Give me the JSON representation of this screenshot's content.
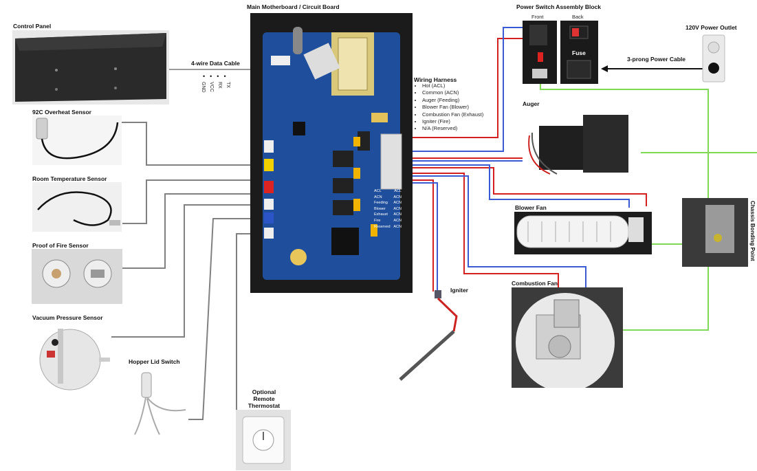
{
  "labels": {
    "main_board": "Main Motherboard / Circuit Board",
    "control_panel": "Control Panel",
    "data_cable": "4-wire Data Cable",
    "overheat": "92C Overheat Sensor",
    "room_temp": "Room Temperature Sensor",
    "proof_fire": "Proof of Fire Sensor",
    "vacuum": "Vacuum Pressure Sensor",
    "hopper": "Hopper Lid Switch",
    "thermostat": "Optional Remote Thermostat",
    "igniter": "Igniter",
    "power_switch": "Power Switch Assembly Block",
    "front": "Front",
    "back": "Back",
    "fuse": "Fuse",
    "outlet": "120V Power Outlet",
    "power_cable": "3-prong Power Cable",
    "auger": "Auger",
    "blower": "Blower Fan",
    "combustion": "Combustion Fan",
    "chassis": "Chassis Bonding Point"
  },
  "data_pins": [
    "TX",
    "RX",
    "VCC",
    "GND"
  ],
  "harness": {
    "title": "Wiring Harness",
    "items": [
      "Hot (ACL)",
      "Common (ACN)",
      "Auger (Feeding)",
      "Blower Fan (Blower)",
      "Combustion Fan (Exhaust)",
      "Igniter (Fire)",
      "N/A (Reserved)"
    ]
  },
  "board_table": {
    "rows": [
      [
        "ACL",
        "ACL"
      ],
      [
        "ACN",
        "ACN"
      ],
      [
        "Feeding",
        "ACN"
      ],
      [
        "Blower",
        "ACN"
      ],
      [
        "Exhaust",
        "ACN"
      ],
      [
        "Fire",
        "ACN"
      ],
      [
        "Reserved",
        "ACN"
      ]
    ]
  },
  "colors": {
    "hot_wire": "#d42020",
    "neutral_wire": "#3a5bd6",
    "ground_wire": "#7ed957",
    "sensor_wire": "#808080",
    "board_blue": "#1f4f9c",
    "board_black": "#1b1b1b"
  }
}
